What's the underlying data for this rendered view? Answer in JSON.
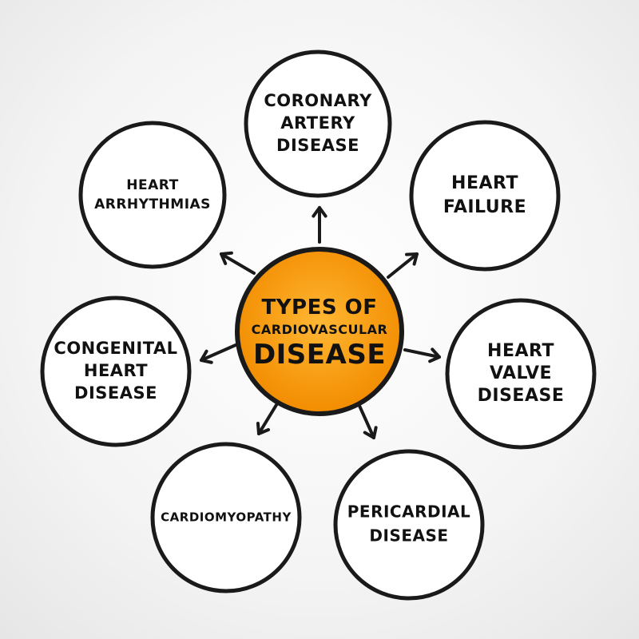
{
  "colors": {
    "center_fill_inner": "#ffb733",
    "center_fill_outer": "#f28c00",
    "outline": "#1a1a1a",
    "node_fill": "#ffffff",
    "text": "#111111"
  },
  "center": {
    "lines": [
      "TYPES OF",
      "CARDIOVASCULAR",
      "DISEASE"
    ]
  },
  "nodes": [
    {
      "id": "coronary-artery-disease",
      "lines": [
        "CORONARY",
        "ARTERY",
        "DISEASE"
      ]
    },
    {
      "id": "heart-failure",
      "lines": [
        "HEART",
        "FAILURE"
      ]
    },
    {
      "id": "heart-valve-disease",
      "lines": [
        "HEART",
        "VALVE",
        "DISEASE"
      ]
    },
    {
      "id": "pericardial-disease",
      "lines": [
        "PERICARDIAL",
        "DISEASE"
      ]
    },
    {
      "id": "cardiomyopathy",
      "lines": [
        "CARDIOMYOPATHY"
      ]
    },
    {
      "id": "congenital-heart-disease",
      "lines": [
        "CONGENITAL",
        "HEART",
        "DISEASE"
      ]
    },
    {
      "id": "heart-arrhythmias",
      "lines": [
        "HEART",
        "ARRHYTHMIAS"
      ]
    }
  ]
}
